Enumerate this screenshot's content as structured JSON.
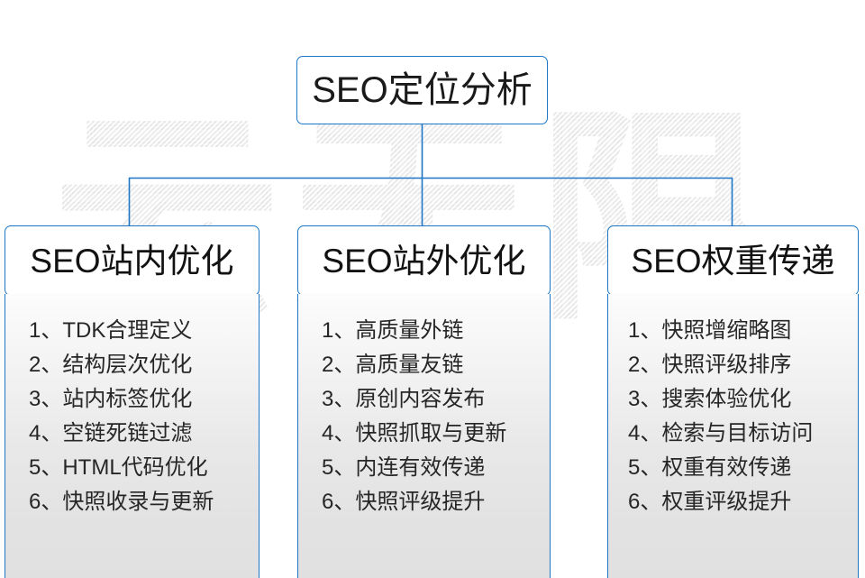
{
  "diagram": {
    "watermark_text": "云无限",
    "accent_color": "#1d77c6",
    "text_color": "#1a1a1a",
    "background_color": "#ffffff",
    "root": {
      "title": "SEO定位分析"
    },
    "columns": [
      {
        "id": "seo-onsite",
        "header": "SEO站内优化",
        "items": [
          "1、TDK合理定义",
          "2、结构层次优化",
          "3、站内标签优化",
          "4、空链死链过滤",
          "5、HTML代码优化",
          "6、快照收录与更新"
        ]
      },
      {
        "id": "seo-offsite",
        "header": "SEO站外优化",
        "items": [
          "1、高质量外链",
          "2、高质量友链",
          "3、原创内容发布",
          "4、快照抓取与更新",
          "5、内连有效传递",
          "6、快照评级提升"
        ]
      },
      {
        "id": "seo-weight",
        "header": "SEO权重传递",
        "items": [
          "1、快照增缩略图",
          "2、快照评级排序",
          "3、搜索体验优化",
          "4、检索与目标访问",
          "5、权重有效传递",
          "6、权重评级提升"
        ]
      }
    ]
  }
}
